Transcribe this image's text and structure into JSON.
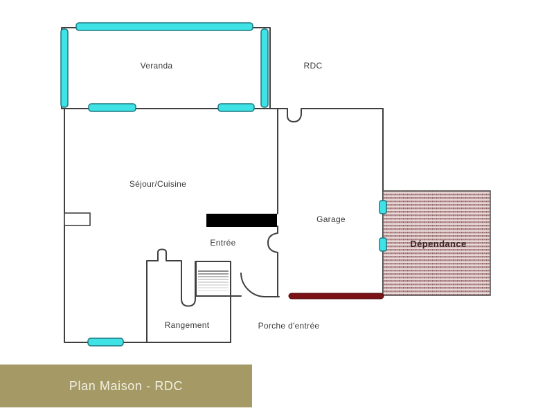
{
  "plan": {
    "labels": {
      "veranda": "Veranda",
      "rdc": "RDC",
      "sejour_cuisine": "Séjour/Cuisine",
      "entree": "Entrée",
      "garage": "Garage",
      "dependance": "Dépendance",
      "rangement": "Rangement",
      "porche_entree": "Porche d'entrée"
    }
  },
  "footer": {
    "title": "Plan Maison - RDC"
  },
  "colors": {
    "window": "#3fe3e6",
    "window_border": "#1d7880",
    "wall": "#3f3f3f",
    "label": "#3a3a3a",
    "entrance_separator": "#000000",
    "garage_door": "#7b1216",
    "garage_door_border": "#4d0a0d",
    "dependance_bg": "#e8d8d8",
    "dependance_row": "#bb9595",
    "dependance_tick": "#8a6262",
    "dependance_border": "#4a4a4a",
    "dependance_label": "#3c2525",
    "footer_bg": "#a59a66",
    "footer_text": "#f2efe2"
  }
}
